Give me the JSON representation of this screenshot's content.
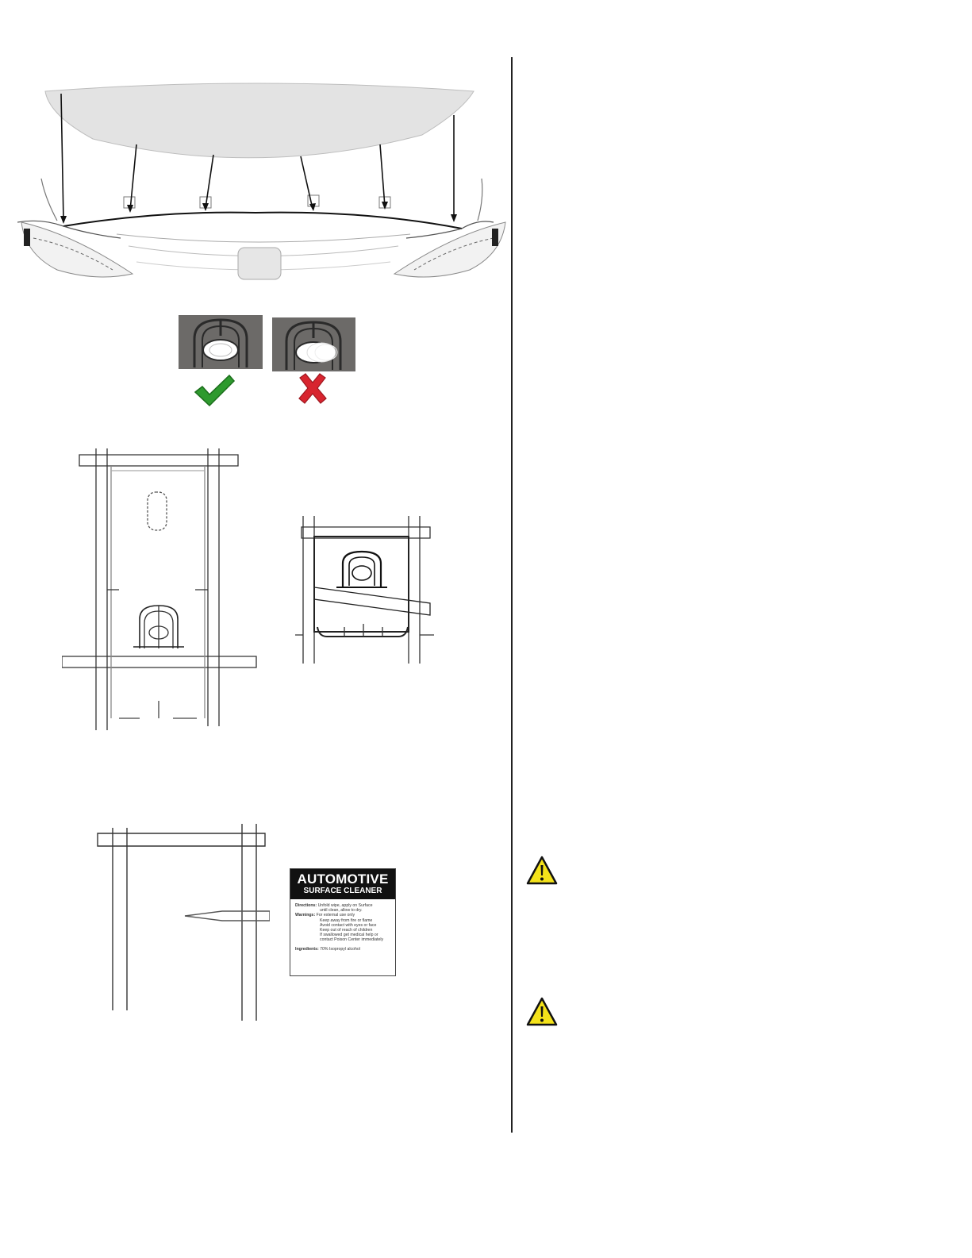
{
  "cleaner_label": {
    "title": "AUTOMOTIVE",
    "subtitle": "SURFACE CLEANER",
    "directions_label": "Directions:",
    "directions_line1": "Unfold wipe, apply on Surface",
    "directions_line2": "until clean, allow to dry.",
    "warnings_label": "Warnings:",
    "warnings_line1": "For external use only",
    "warnings_line2": "Keep away from fire or flame",
    "warnings_line3": "Avoid contact with eyes or face",
    "warnings_line4": "Keep out of reach of children",
    "warnings_line5": "If swallowed get medical help or",
    "warnings_line6": "contact Poison Center immediately",
    "ingredients_label": "Ingredients:",
    "ingredients_value": "70% Isopropyl alcohol"
  },
  "colors": {
    "check": "#2e9a2e",
    "cross": "#d8252f",
    "warning_fill": "#f4e21a",
    "deflector": "#e3e3e3",
    "clip_bg": "#6c6a68"
  },
  "icons": [
    "check-icon",
    "cross-icon",
    "warning-icon"
  ]
}
